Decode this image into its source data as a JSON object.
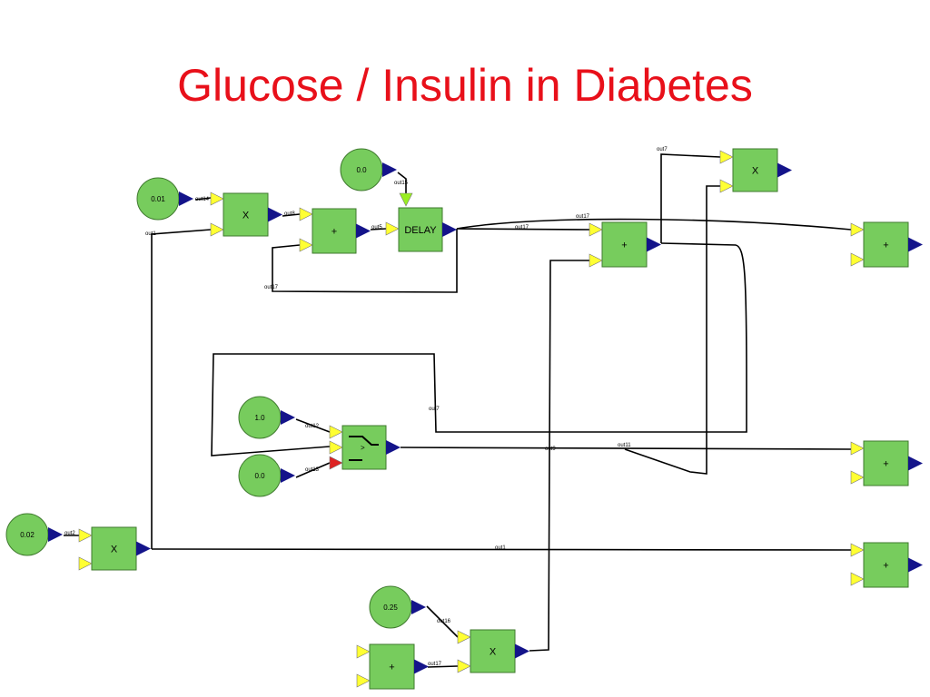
{
  "title": "Glucose / Insulin in Diabetes",
  "colors": {
    "title": "#e8101a",
    "block_fill": "#77cc5d",
    "block_stroke": "#3f7a2e",
    "input_port": "#ffff33",
    "output_port": "#14148a",
    "trigger_port": "#99ee22",
    "red_port": "#dd2222",
    "wire": "#000000"
  },
  "constants": {
    "c001": "0.01",
    "c00_top": "0.0",
    "c10": "1.0",
    "c00_mid": "0.0",
    "c002": "0.02",
    "c025": "0.25"
  },
  "blocks": {
    "mul_top": "X",
    "sum_top": "+",
    "delay": "DELAY",
    "sum_mid": "+",
    "mul_right": "X",
    "sum_out1": "+",
    "switch": ">",
    "sum_out2": "+",
    "mul_left": "X",
    "sum_out3": "+",
    "mul_bottom": "X",
    "sum_bottom": "+"
  },
  "wire_labels": {
    "w1": "out14",
    "w2": "out1",
    "w3": "out8",
    "w4": "out5",
    "w5": "out15",
    "w6": "out17",
    "w7": "out17",
    "w8": "out17",
    "w9": "out7",
    "w10": "out7",
    "w11": "out12",
    "w12": "out13",
    "w13": "out9",
    "w14": "out11",
    "w15": "out2",
    "w16": "out1",
    "w17": "out16",
    "w18": "out17"
  }
}
